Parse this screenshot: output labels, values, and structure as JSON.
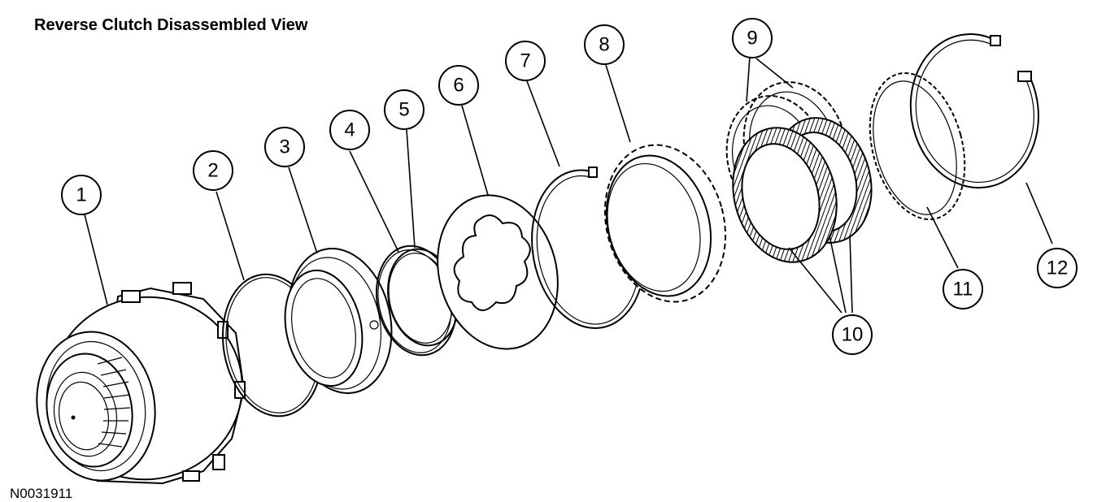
{
  "title": "Reverse Clutch Disassembled View",
  "figure_id": "N0031911",
  "callouts": [
    {
      "label": "1"
    },
    {
      "label": "2"
    },
    {
      "label": "3"
    },
    {
      "label": "4"
    },
    {
      "label": "5"
    },
    {
      "label": "6"
    },
    {
      "label": "7"
    },
    {
      "label": "8"
    },
    {
      "label": "9"
    },
    {
      "label": "10"
    },
    {
      "label": "11"
    },
    {
      "label": "12"
    }
  ]
}
